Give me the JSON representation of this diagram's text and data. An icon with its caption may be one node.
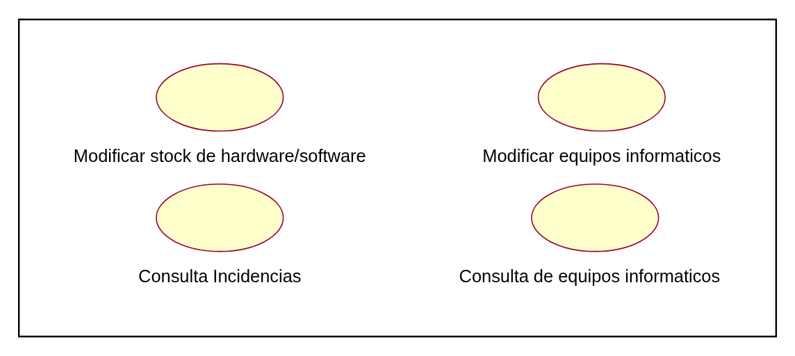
{
  "diagram": {
    "nodes": [
      {
        "text": [],
        "shape": "box"
      },
      {
        "text": [
          "Modificar equipos informaticos"
        ],
        "in": 0
      },
      {
        "text": [
          "Modificar stock de hardware/software"
        ],
        "in": 0
      },
      {
        "text": [
          "Consulta de equipos informaticos"
        ],
        "in": 0
      },
      {
        "text": [
          "Consulta Incidencias"
        ],
        "in": 0
      }
    ],
    "edges": []
  }
}
